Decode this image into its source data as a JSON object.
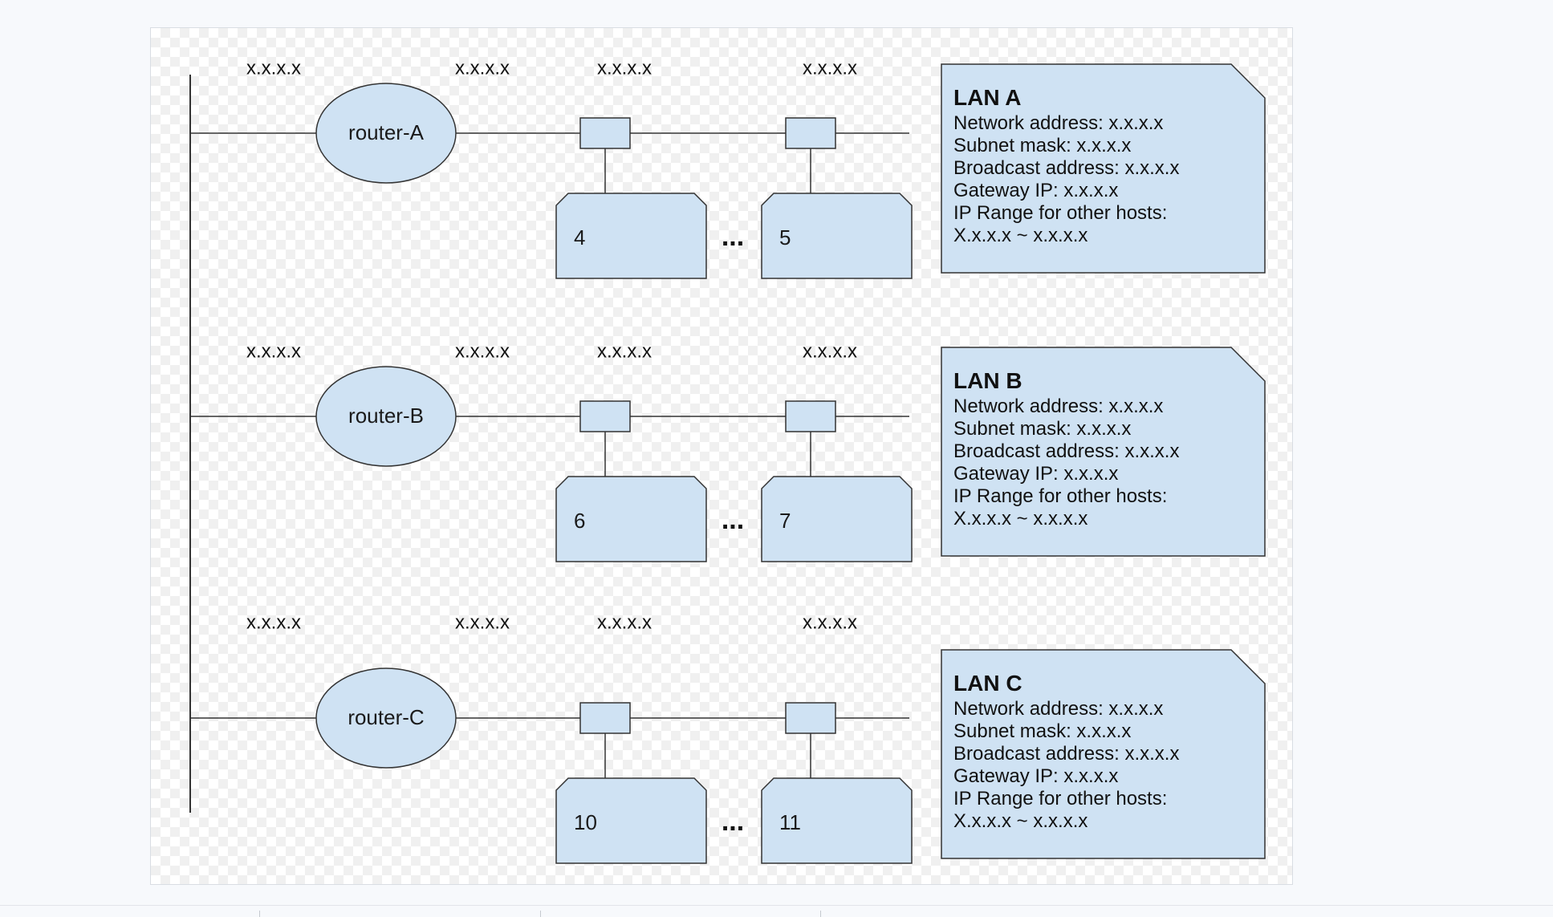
{
  "lans": [
    {
      "router": "router-A",
      "ip_labels": [
        "x.x.x.x",
        "x.x.x.x",
        "x.x.x.x",
        "x.x.x.x"
      ],
      "hosts": [
        "4",
        "5"
      ],
      "ellipsis": "...",
      "info": {
        "title": "LAN A",
        "lines": [
          "Network address: x.x.x.x",
          "Subnet mask: x.x.x.x",
          "Broadcast address: x.x.x.x",
          "Gateway IP: x.x.x.x",
          "IP Range for other hosts:",
          "X.x.x.x ~ x.x.x.x"
        ]
      }
    },
    {
      "router": "router-B",
      "ip_labels": [
        "x.x.x.x",
        "x.x.x.x",
        "x.x.x.x",
        "x.x.x.x"
      ],
      "hosts": [
        "6",
        "7"
      ],
      "ellipsis": "...",
      "info": {
        "title": "LAN B",
        "lines": [
          "Network address: x.x.x.x",
          "Subnet mask: x.x.x.x",
          "Broadcast address: x.x.x.x",
          "Gateway IP: x.x.x.x",
          "IP Range for other hosts:",
          "X.x.x.x ~ x.x.x.x"
        ]
      }
    },
    {
      "router": "router-C",
      "ip_labels": [
        "x.x.x.x",
        "x.x.x.x",
        "x.x.x.x",
        "x.x.x.x"
      ],
      "hosts": [
        "10",
        "11"
      ],
      "ellipsis": "...",
      "info": {
        "title": "LAN C",
        "lines": [
          "Network address: x.x.x.x",
          "Subnet mask: x.x.x.x",
          "Broadcast address: x.x.x.x",
          "Gateway IP: x.x.x.x",
          "IP Range for other hosts:",
          "X.x.x.x ~ x.x.x.x"
        ]
      }
    }
  ],
  "colors": {
    "shape_fill": "#cfe2f3",
    "stroke": "#333333"
  }
}
